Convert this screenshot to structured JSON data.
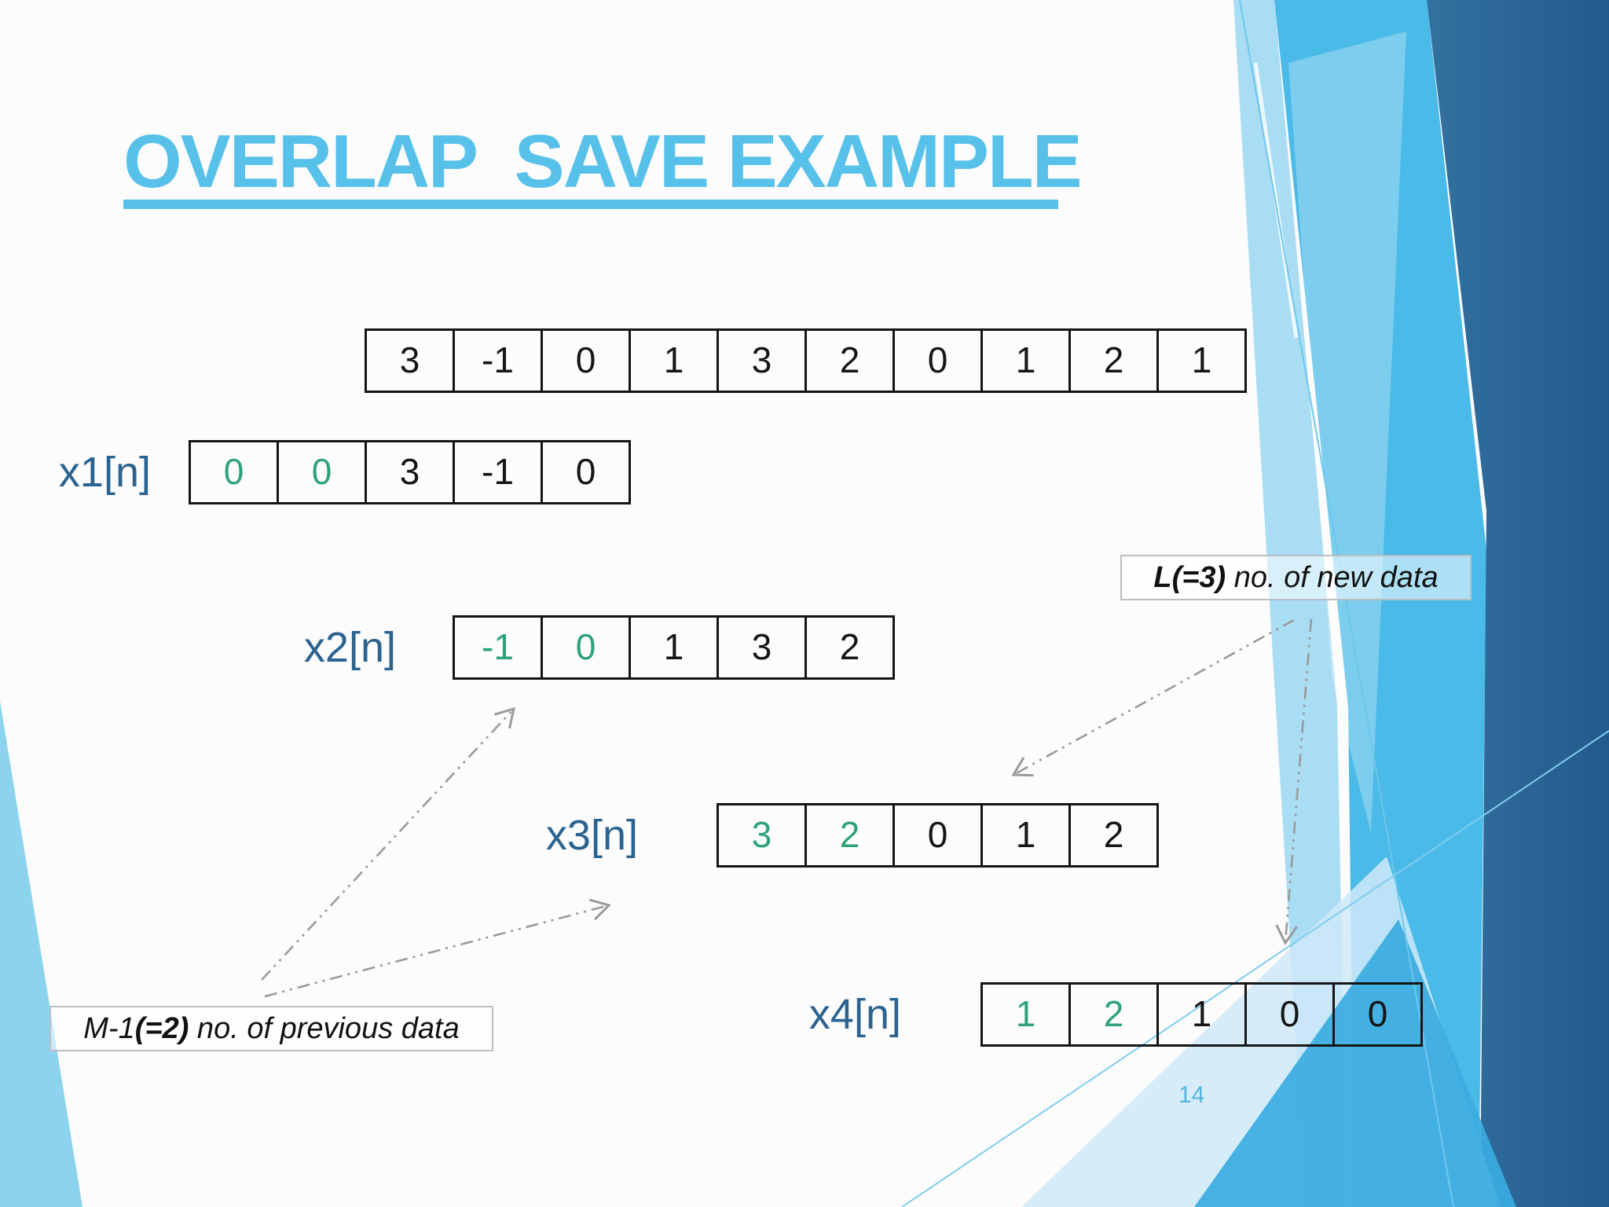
{
  "slide": {
    "title": "OVERLAP  SAVE EXAMPLE",
    "page_number": "14"
  },
  "rows": [
    {
      "id": "input",
      "label": "",
      "values": [
        "3",
        "-1",
        "0",
        "1",
        "3",
        "2",
        "0",
        "1",
        "2",
        "1"
      ],
      "green_prefix": 0
    },
    {
      "id": "x1",
      "label": "x1[n]",
      "values": [
        "0",
        "0",
        "3",
        "-1",
        "0"
      ],
      "green_prefix": 2
    },
    {
      "id": "x2",
      "label": "x2[n]",
      "values": [
        "-1",
        "0",
        "1",
        "3",
        "2"
      ],
      "green_prefix": 2
    },
    {
      "id": "x3",
      "label": "x3[n]",
      "values": [
        "3",
        "2",
        "0",
        "1",
        "2"
      ],
      "green_prefix": 2
    },
    {
      "id": "x4",
      "label": "x4[n]",
      "values": [
        "1",
        "2",
        "1",
        "0",
        "0"
      ],
      "green_prefix": 2
    }
  ],
  "callouts": {
    "new_data": {
      "bold": "L(=3)",
      "rest": " no. of new data"
    },
    "previous_data": {
      "pre": "M-1",
      "bold": "(=2)",
      "rest": " no. of previous data"
    }
  },
  "colors": {
    "title_accent": "#57c1ea",
    "row_label_blue": "#2b6390",
    "overlap_green": "#2ea376",
    "cell_text_black": "#161616",
    "arrow_gray": "#9a9a9a",
    "page_number_blue": "#54b4dd",
    "band_mid_blue": "#4abae8",
    "band_dark_blue": "#2e6b9f",
    "band_pale_blue": "#cfe9f8",
    "corner_light_blue": "#8bd3ef"
  }
}
